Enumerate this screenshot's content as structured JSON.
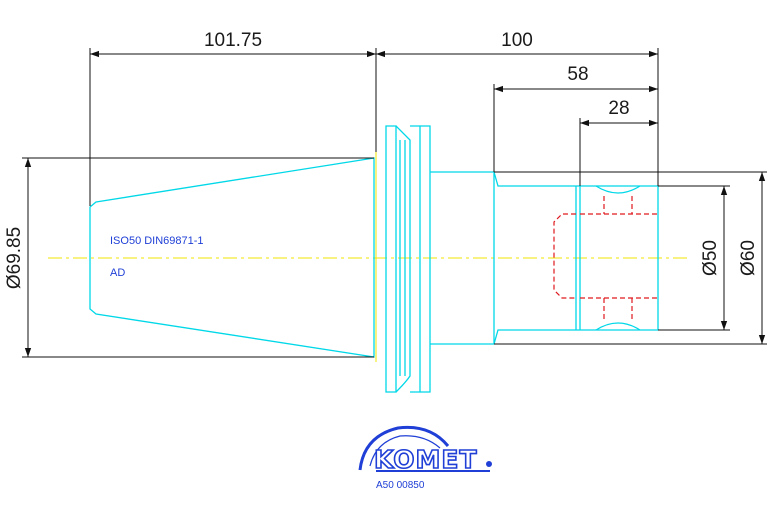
{
  "colors": {
    "outline": "#00d8e8",
    "hidden": "#e0191f",
    "dimension": "#111111",
    "center": "#f2e600",
    "logo": "#1f3fd6"
  },
  "dimensions": {
    "taper_length": "101.75",
    "total_length": "100",
    "bore_depth": "58",
    "groove_depth": "28",
    "flange_diameter": "Ø69.85",
    "bore_diameter": "Ø50",
    "outer_diameter": "Ø60"
  },
  "notes": {
    "standard": "ISO50 DIN69871-1",
    "form": "AD"
  },
  "logo": {
    "brand": "KOMET",
    "article_number": "A50 00850"
  }
}
